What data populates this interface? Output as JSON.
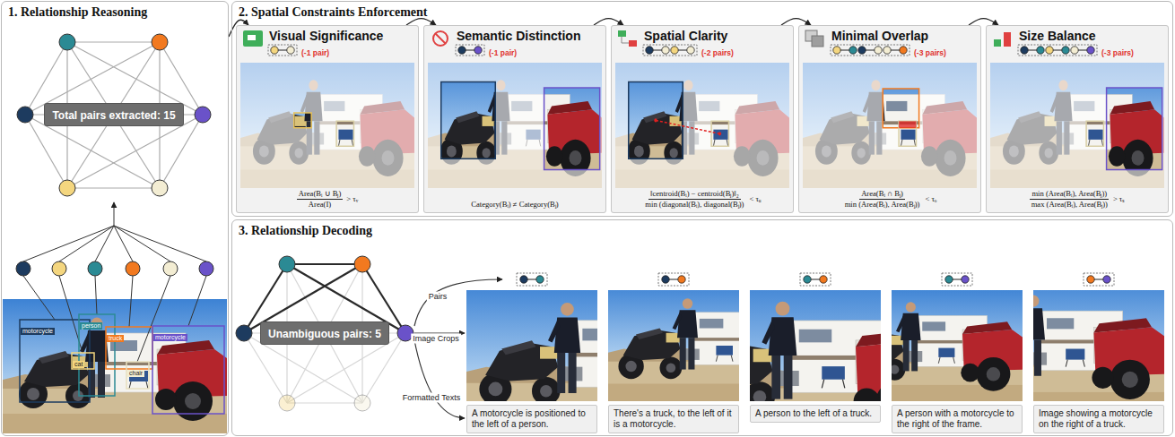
{
  "diagram": {
    "nodes": [
      {
        "text": [
          "1. Relationship Reasoning"
        ]
      },
      {
        "text": [
          "Total pairs extracted: 15"
        ],
        "in": 0
      },
      {
        "text": [
          "2. Spatial Constraints Enforcement"
        ]
      },
      {
        "text": [
          "Visual Significance",
          "(-1 pair)",
          "Area(Bᵢ ∪ Bⱼ)",
          "Area(I)",
          "> τᵥ"
        ],
        "in": 2
      },
      {
        "text": [
          "Semantic Distinction",
          "(-1 pair)",
          "Category(Bᵢ) ≠ Category(Bⱼ)"
        ],
        "in": 2
      },
      {
        "text": [
          "Spatial Clarity",
          "(-2 pairs)",
          "‖centroid(Bᵢ) − centroid(Bⱼ)‖₂",
          "min (diagonal(Bᵢ), diagonal(Bⱼ))",
          "< τᵤ"
        ],
        "in": 2
      },
      {
        "text": [
          "Minimal Overlap",
          "(-3 pairs)",
          "Area(Bᵢ ∩ Bⱼ)",
          "min (Area(Bᵢ), Area(Bⱼ))",
          "< τₒ"
        ],
        "in": 2
      },
      {
        "text": [
          "Size Balance",
          "(-3 pairs)",
          "min (Area(Bᵢ), Area(Bⱼ))",
          "max (Area(Bᵢ), Area(Bⱼ))",
          "> τₛ"
        ],
        "in": 2
      },
      {
        "text": [
          "3. Relationship Decoding"
        ]
      },
      {
        "text": [
          "Unambiguous pairs: 5"
        ],
        "in": 8
      },
      {
        "text": [
          "A motorcycle is positioned to the left of a person."
        ],
        "in": 8
      },
      {
        "text": [
          "There's a truck, to the left of it is a motorcycle."
        ],
        "in": 8
      },
      {
        "text": [
          "A person to the left of a truck."
        ],
        "in": 8
      },
      {
        "text": [
          "A person with a motorcycle to the right of the frame."
        ],
        "in": 8
      },
      {
        "text": [
          "Image showing a motorcycle on the right of a truck."
        ],
        "in": 8
      }
    ],
    "edges": [
      {
        "from": 0,
        "to": 3,
        "arrow": "to"
      },
      {
        "from": 3,
        "to": 4,
        "arrow": "to"
      },
      {
        "from": 4,
        "to": 5,
        "arrow": "to"
      },
      {
        "from": 5,
        "to": 6,
        "arrow": "to"
      },
      {
        "from": 6,
        "to": 7,
        "arrow": "to"
      }
    ],
    "labels": [
      "motorcycle",
      "person",
      "truck",
      "cat",
      "chair",
      "motorcycle",
      "Pairs",
      "Image Crops",
      "Formatted Texts"
    ]
  }
}
